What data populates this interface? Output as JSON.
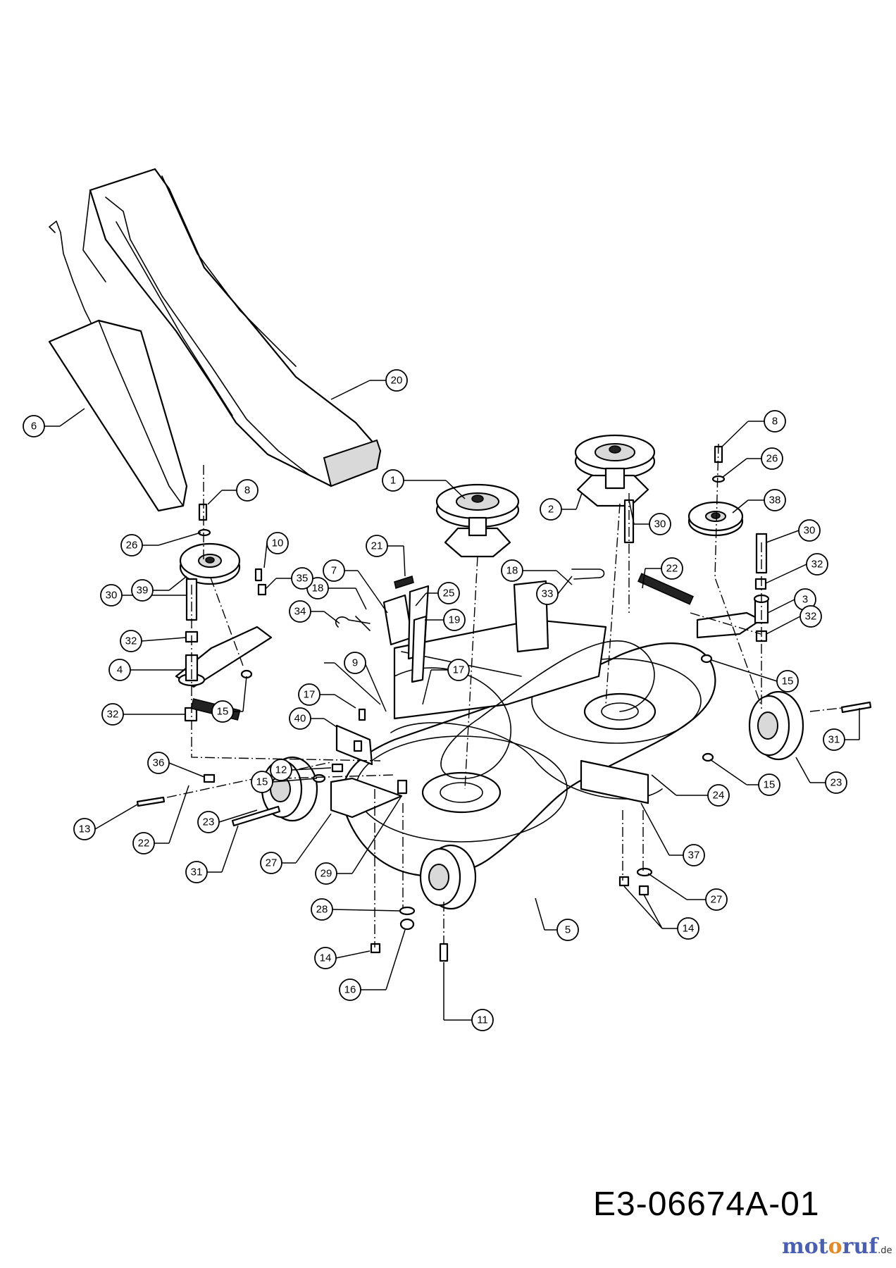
{
  "drawing_number": "E3-06674A-01",
  "watermark": {
    "part1": "mot",
    "part2": "o",
    "part3": "ruf",
    "tld": ".de"
  },
  "callouts": [
    {
      "id": "c-1",
      "label": "1"
    },
    {
      "id": "c-2",
      "label": "2"
    },
    {
      "id": "c-3",
      "label": "3"
    },
    {
      "id": "c-4",
      "label": "4"
    },
    {
      "id": "c-5",
      "label": "5"
    },
    {
      "id": "c-6",
      "label": "6"
    },
    {
      "id": "c-7",
      "label": "7"
    },
    {
      "id": "c-8a",
      "label": "8"
    },
    {
      "id": "c-8b",
      "label": "8"
    },
    {
      "id": "c-9",
      "label": "9"
    },
    {
      "id": "c-10",
      "label": "10"
    },
    {
      "id": "c-11",
      "label": "11"
    },
    {
      "id": "c-12",
      "label": "12"
    },
    {
      "id": "c-13",
      "label": "13"
    },
    {
      "id": "c-14a",
      "label": "14"
    },
    {
      "id": "c-14b",
      "label": "14"
    },
    {
      "id": "c-15a",
      "label": "15"
    },
    {
      "id": "c-15b",
      "label": "15"
    },
    {
      "id": "c-15c",
      "label": "15"
    },
    {
      "id": "c-15d",
      "label": "15"
    },
    {
      "id": "c-16",
      "label": "16"
    },
    {
      "id": "c-17a",
      "label": "17"
    },
    {
      "id": "c-17b",
      "label": "17"
    },
    {
      "id": "c-18a",
      "label": "18"
    },
    {
      "id": "c-18b",
      "label": "18"
    },
    {
      "id": "c-19",
      "label": "19"
    },
    {
      "id": "c-20",
      "label": "20"
    },
    {
      "id": "c-21",
      "label": "21"
    },
    {
      "id": "c-22a",
      "label": "22"
    },
    {
      "id": "c-22b",
      "label": "22"
    },
    {
      "id": "c-23a",
      "label": "23"
    },
    {
      "id": "c-23b",
      "label": "23"
    },
    {
      "id": "c-24",
      "label": "24"
    },
    {
      "id": "c-25",
      "label": "25"
    },
    {
      "id": "c-26a",
      "label": "26"
    },
    {
      "id": "c-26b",
      "label": "26"
    },
    {
      "id": "c-27a",
      "label": "27"
    },
    {
      "id": "c-27b",
      "label": "27"
    },
    {
      "id": "c-28",
      "label": "28"
    },
    {
      "id": "c-29",
      "label": "29"
    },
    {
      "id": "c-30a",
      "label": "30"
    },
    {
      "id": "c-30b",
      "label": "30"
    },
    {
      "id": "c-30c",
      "label": "30"
    },
    {
      "id": "c-31a",
      "label": "31"
    },
    {
      "id": "c-31b",
      "label": "31"
    },
    {
      "id": "c-32a",
      "label": "32"
    },
    {
      "id": "c-32b",
      "label": "32"
    },
    {
      "id": "c-32c",
      "label": "32"
    },
    {
      "id": "c-32d",
      "label": "32"
    },
    {
      "id": "c-33",
      "label": "33"
    },
    {
      "id": "c-34",
      "label": "34"
    },
    {
      "id": "c-35",
      "label": "35"
    },
    {
      "id": "c-36",
      "label": "36"
    },
    {
      "id": "c-37",
      "label": "37"
    },
    {
      "id": "c-38",
      "label": "38"
    },
    {
      "id": "c-39",
      "label": "39"
    },
    {
      "id": "c-40",
      "label": "40"
    }
  ]
}
